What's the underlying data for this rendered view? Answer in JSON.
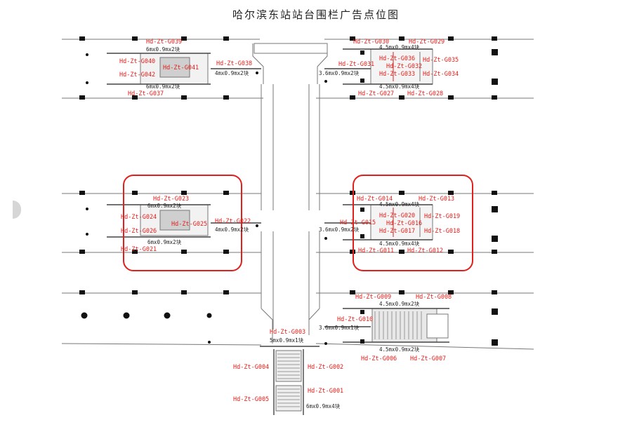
{
  "title": "哈尔滨东站站台围栏广告点位图",
  "colors": {
    "label": "#e0201c",
    "highlight": "#e0201c",
    "line": "#555555",
    "pillar": "#111111"
  },
  "icons": {
    "side_tab": "chevron-right-icon"
  },
  "labels": [
    "Hd-Zt-G039",
    "Hd-Zt-G040",
    "Hd-Zt-G041",
    "Hd-Zt-G042",
    "Hd-Zt-G038",
    "Hd-Zt-G037",
    "Hd-Zt-G030",
    "Hd-Zt-G029",
    "Hd-Zt-G036",
    "Hd-Zt-G035",
    "Hd-Zt-G031",
    "Hd-Zt-G032",
    "Hd-Zt-G033",
    "Hd-Zt-G034",
    "Hd-Zt-G027",
    "Hd-Zt-G028",
    "Hd-Zt-G023",
    "Hd-Zt-G024",
    "Hd-Zt-G025",
    "Hd-Zt-G022",
    "Hd-Zt-G026",
    "Hd-Zt-G021",
    "Hd-Zt-G014",
    "Hd-Zt-G013",
    "Hd-Zt-G020",
    "Hd-Zt-G019",
    "Hd-Zt-G015",
    "Hd-Zt-G016",
    "Hd-Zt-G017",
    "Hd-Zt-G018",
    "Hd-Zt-G011",
    "Hd-Zt-G012",
    "Hd-Zt-G009",
    "Hd-Zt-G008",
    "Hd-Zt-G010",
    "Hd-Zt-G006",
    "Hd-Zt-G007",
    "Hd-Zt-G003",
    "Hd-Zt-G004",
    "Hd-Zt-G002",
    "Hd-Zt-G001",
    "Hd-Zt-G005"
  ],
  "dims": [
    "6mx0.9mx2块",
    "4mx0.9mx2块",
    "6mx0.9mx2块",
    "4.5mx0.9mx4块",
    "3.6mx0.9mx2块",
    "4.5mx0.9mx4块",
    "6mx0.9mx2块",
    "4mx0.9mx2块",
    "6mx0.9mx2块",
    "4.5mx0.9mx4块",
    "3.6mx0.9mx2块",
    "4.5mx0.9mx4块",
    "4.5mx0.9mx2块",
    "3.6mx0.9mx1块",
    "4.5mx0.9mx2块",
    "5mx0.9mx1块",
    "6mx0.9mx4块"
  ]
}
